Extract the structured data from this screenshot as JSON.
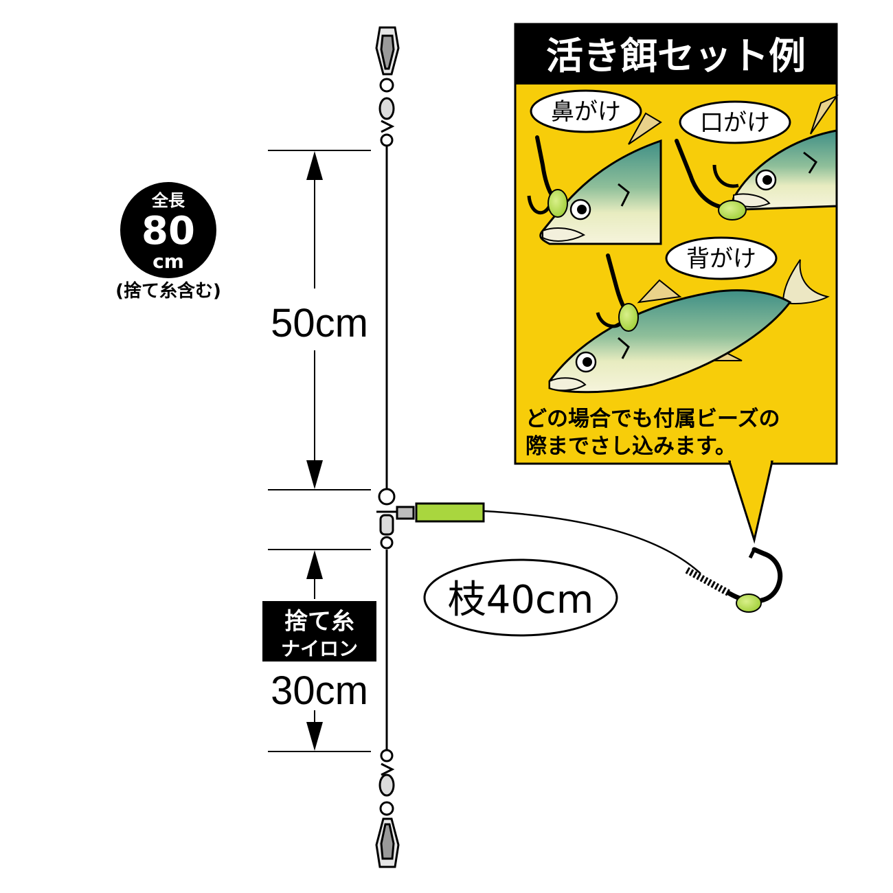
{
  "total_length": {
    "label_top": "全長",
    "number": "80",
    "unit": "cm",
    "note": "(捨て糸含む)"
  },
  "main_line": {
    "length_label": "50cm"
  },
  "sute_ito": {
    "box_line1": "捨て糸",
    "box_line2": "ナイロン",
    "length_label": "30cm"
  },
  "branch": {
    "label": "枝40cm"
  },
  "panel": {
    "title": "活き餌セット例",
    "callouts": {
      "nose": "鼻がけ",
      "mouth": "口がけ",
      "back": "背がけ"
    },
    "note_line1": "どの場合でも付属ビーズの",
    "note_line2": "際までさし込みます。"
  },
  "colors": {
    "panel_yellow": "#f7cd0a",
    "bead_green": "#a9d63e",
    "fish_teal": "#4f9e8c",
    "line_black": "#000000"
  }
}
